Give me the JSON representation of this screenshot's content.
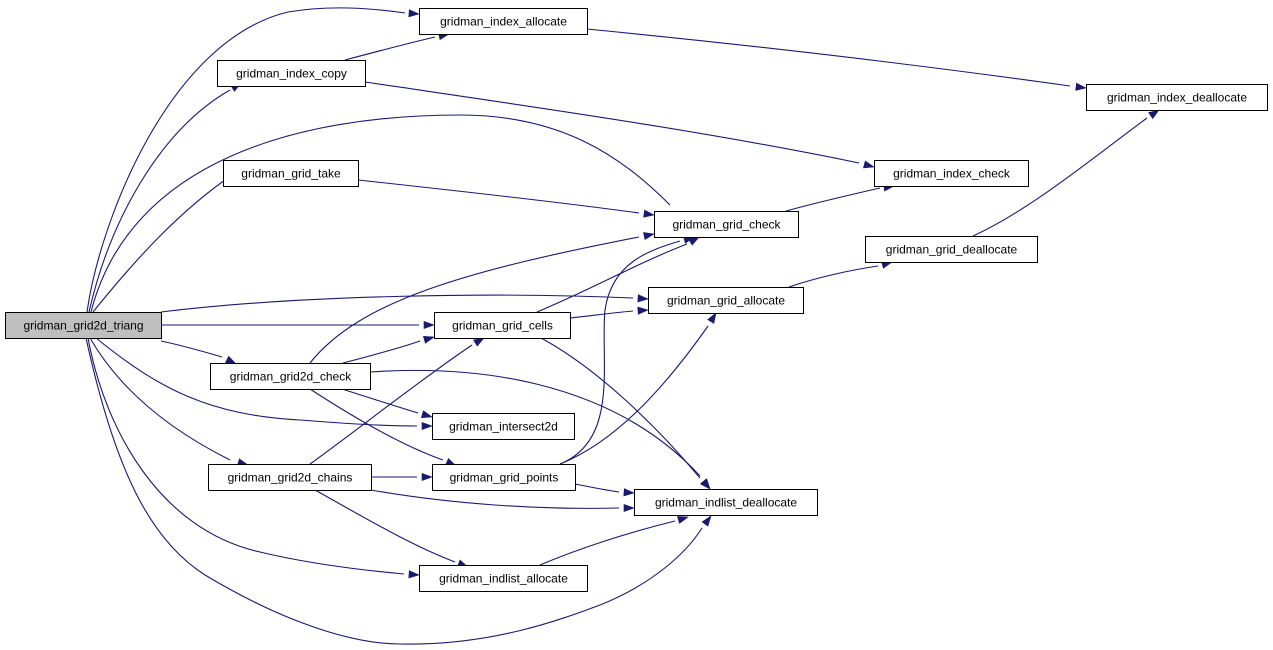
{
  "diagram": {
    "type": "call-graph",
    "root": "n_root",
    "edge_color": "#191970",
    "root_fill": "#bfbfbf",
    "node_fill": "#ffffff",
    "nodes": [
      {
        "id": "n_root",
        "label": "gridman_grid2d_triang"
      },
      {
        "id": "n_iall",
        "label": "gridman_index_allocate"
      },
      {
        "id": "n_icopy",
        "label": "gridman_index_copy"
      },
      {
        "id": "n_idea",
        "label": "gridman_index_deallocate"
      },
      {
        "id": "n_take",
        "label": "gridman_grid_take"
      },
      {
        "id": "n_ichk",
        "label": "gridman_index_check"
      },
      {
        "id": "n_gchk",
        "label": "gridman_grid_check"
      },
      {
        "id": "n_gdea",
        "label": "gridman_grid_deallocate"
      },
      {
        "id": "n_gall",
        "label": "gridman_grid_allocate"
      },
      {
        "id": "n_cells",
        "label": "gridman_grid_cells"
      },
      {
        "id": "n_g2chk",
        "label": "gridman_grid2d_check"
      },
      {
        "id": "n_isect",
        "label": "gridman_intersect2d"
      },
      {
        "id": "n_chains",
        "label": "gridman_grid2d_chains"
      },
      {
        "id": "n_points",
        "label": "gridman_grid_points"
      },
      {
        "id": "n_ildea",
        "label": "gridman_indlist_deallocate"
      },
      {
        "id": "n_ilall",
        "label": "gridman_indlist_allocate"
      }
    ],
    "edges": [
      {
        "from": "n_root",
        "to": "n_iall"
      },
      {
        "from": "n_root",
        "to": "n_icopy"
      },
      {
        "from": "n_root",
        "to": "n_gchk"
      },
      {
        "from": "n_root",
        "to": "n_take"
      },
      {
        "from": "n_root",
        "to": "n_gall"
      },
      {
        "from": "n_root",
        "to": "n_cells"
      },
      {
        "from": "n_root",
        "to": "n_g2chk"
      },
      {
        "from": "n_root",
        "to": "n_isect"
      },
      {
        "from": "n_root",
        "to": "n_chains"
      },
      {
        "from": "n_root",
        "to": "n_ilall"
      },
      {
        "from": "n_root",
        "to": "n_ildea"
      },
      {
        "from": "n_icopy",
        "to": "n_iall"
      },
      {
        "from": "n_icopy",
        "to": "n_ichk"
      },
      {
        "from": "n_iall",
        "to": "n_idea"
      },
      {
        "from": "n_take",
        "to": "n_gchk"
      },
      {
        "from": "n_gchk",
        "to": "n_ichk"
      },
      {
        "from": "n_gdea",
        "to": "n_idea"
      },
      {
        "from": "n_gall",
        "to": "n_gdea"
      },
      {
        "from": "n_cells",
        "to": "n_gall"
      },
      {
        "from": "n_cells",
        "to": "n_gchk"
      },
      {
        "from": "n_cells",
        "to": "n_ildea"
      },
      {
        "from": "n_g2chk",
        "to": "n_gchk"
      },
      {
        "from": "n_g2chk",
        "to": "n_cells"
      },
      {
        "from": "n_g2chk",
        "to": "n_isect"
      },
      {
        "from": "n_g2chk",
        "to": "n_points"
      },
      {
        "from": "n_g2chk",
        "to": "n_ildea"
      },
      {
        "from": "n_chains",
        "to": "n_cells"
      },
      {
        "from": "n_chains",
        "to": "n_points"
      },
      {
        "from": "n_chains",
        "to": "n_ildea"
      },
      {
        "from": "n_chains",
        "to": "n_ilall"
      },
      {
        "from": "n_points",
        "to": "n_gchk"
      },
      {
        "from": "n_points",
        "to": "n_gall"
      },
      {
        "from": "n_points",
        "to": "n_ildea"
      },
      {
        "from": "n_ilall",
        "to": "n_ildea"
      }
    ]
  }
}
